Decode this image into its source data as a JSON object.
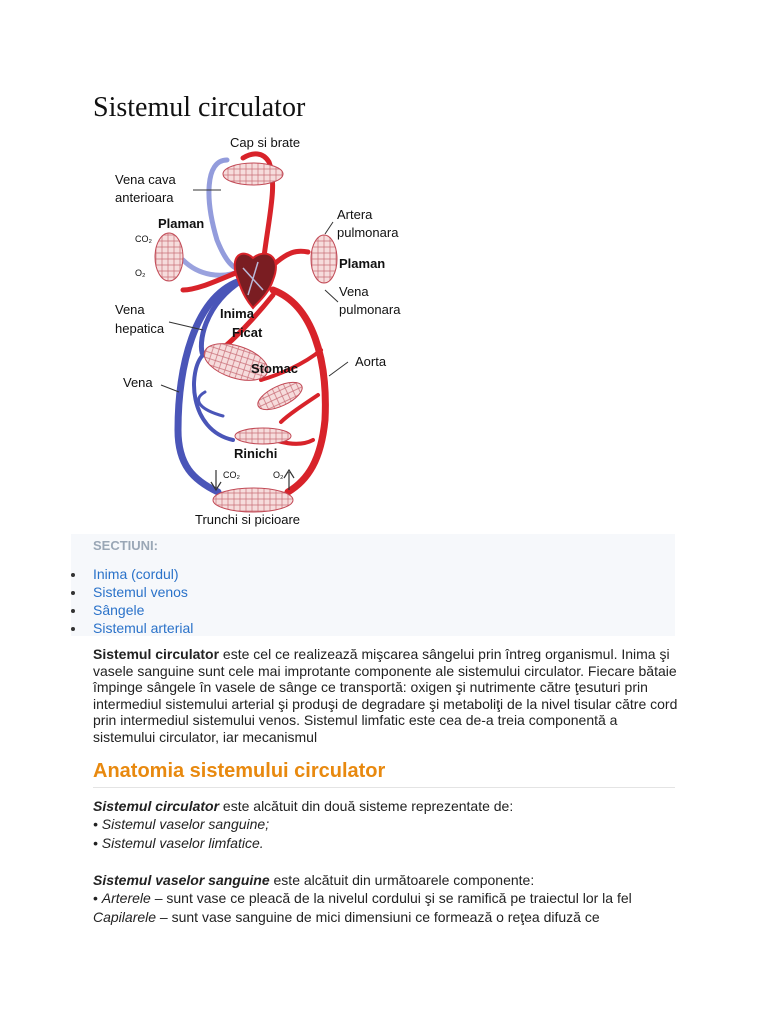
{
  "page": {
    "title": "Sistemul circulator"
  },
  "diagram": {
    "labels": {
      "cap_si_brate": "Cap si brate",
      "vena_cava_1": "Vena cava",
      "vena_cava_2": "anterioara",
      "plaman_left": "Plaman",
      "co2_left": "CO₂",
      "o2_left": "O₂",
      "artera_1": "Artera",
      "artera_2": "pulmonara",
      "plaman_right": "Plaman",
      "vena_pulm_1": "Vena",
      "vena_pulm_2": "pulmonara",
      "vena_hepatica_1": "Vena",
      "vena_hepatica_2": "hepatica",
      "inima": "Inima",
      "ficat": "Ficat",
      "aorta": "Aorta",
      "stomac": "Stomac",
      "vena": "Vena",
      "rinichi": "Rinichi",
      "co2_bottom": "CO₂",
      "o2_bottom": "O₂",
      "trunchi": "Trunchi si picioare"
    },
    "colors": {
      "artery": "#d8232a",
      "vein": "#4a55b8",
      "capillary": "#e4a6a6"
    }
  },
  "sections": {
    "heading": "SECTIUNI:",
    "links": [
      "Inima (cordul)",
      "Sistemul venos",
      "Sângele",
      "Sistemul arterial"
    ]
  },
  "intro": {
    "bold_term": "Sistemul circulator",
    "text": " este cel ce realizează mişcarea sângelui prin întreg organismul. Inima şi vasele sanguine sunt cele mai improtante componente ale sistemului circulator. Fiecare bătaie împinge sângele în vasele de sânge ce transportă: oxigen şi nutrimente către ţesuturi prin intermediul sistemului arterial şi produşi de degradare şi metaboliţi de la nivel tisular către cord prin intermediul sistemului venos. Sistemul limfatic este cea de-a treia componentă a sistemului circulator, iar mecanismul"
  },
  "anatomy": {
    "heading": "Anatomia sistemului circulator",
    "p1_term": "Sistemul circulator",
    "p1_text": " este alcătuit din două sisteme reprezentate de:",
    "item1": "• Sistemul vaselor sanguine;",
    "item2": "• Sistemul vaselor limfatice.",
    "p2_term": "Sistemul vaselor sanguine",
    "p2_text": " este alcătuit din următoarele componente:",
    "arterele_bullet": "• ",
    "arterele_term": "Arterele",
    "arterele_text": " – sunt vase ce pleacă de la nivelul cordului şi se ramifică pe traiectul lor la fel",
    "capilarele_term": "Capilarele",
    "capilarele_text": " – sunt vase sanguine de mici dimensiuni ce formează o reţea difuză ce"
  }
}
